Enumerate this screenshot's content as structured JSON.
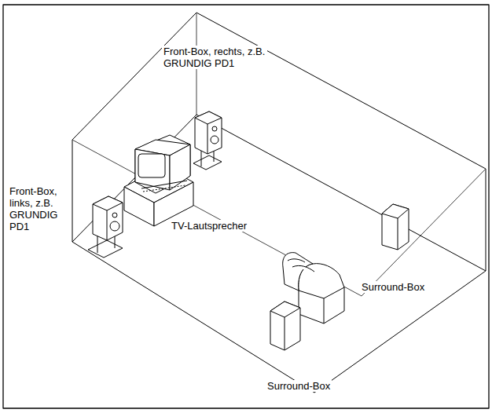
{
  "diagram": {
    "labels": [
      "Front-Box, rechts, z.B. GRUNDIG PD1",
      "Front-Box, links, z.B. GRUNDIG PD1",
      "TV-Lautsprecher",
      "Surround-Box",
      "Surround-Box"
    ]
  }
}
